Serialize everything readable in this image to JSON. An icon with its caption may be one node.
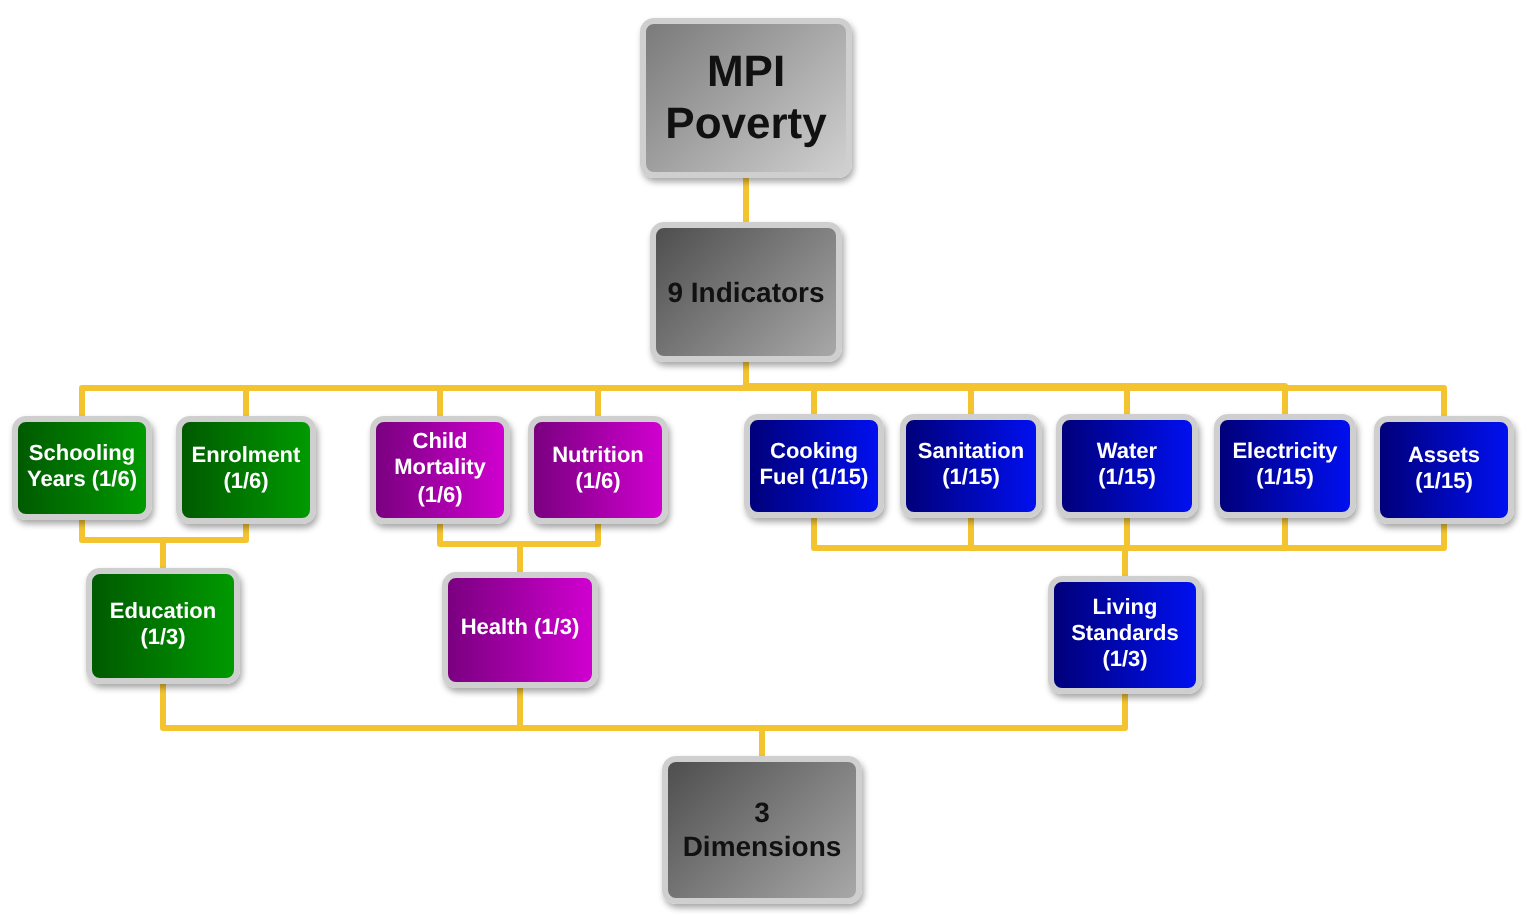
{
  "diagram": {
    "nodes": [
      {
        "text": [
          "MPI Poverty"
        ]
      },
      {
        "text": [
          "9 Indicators"
        ]
      },
      {
        "text": [
          "Schooling Years (1/6)"
        ]
      },
      {
        "text": [
          "Enrolment (1/6)"
        ]
      },
      {
        "text": [
          "Child Mortality (1/6)"
        ]
      },
      {
        "text": [
          "Nutrition (1/6)"
        ]
      },
      {
        "text": [
          "Cooking Fuel (1/15)"
        ]
      },
      {
        "text": [
          "Sanitation (1/15)"
        ]
      },
      {
        "text": [
          "Water (1/15)"
        ]
      },
      {
        "text": [
          "Electricity (1/15)"
        ]
      },
      {
        "text": [
          "Assets (1/15)"
        ]
      },
      {
        "text": [
          "Education (1/3)"
        ]
      },
      {
        "text": [
          "Health (1/3)"
        ]
      },
      {
        "text": [
          "Living Standards (1/3)"
        ]
      },
      {
        "text": [
          "3 Dimensions"
        ]
      }
    ],
    "edges": [
      {
        "from": 0,
        "to": 1,
        "arrow": "none"
      },
      {
        "from": 1,
        "to": 2,
        "arrow": "none"
      },
      {
        "from": 1,
        "to": 3,
        "arrow": "none"
      },
      {
        "from": 1,
        "to": 4,
        "arrow": "none"
      },
      {
        "from": 1,
        "to": 5,
        "arrow": "none"
      },
      {
        "from": 1,
        "to": 6,
        "arrow": "none"
      },
      {
        "from": 1,
        "to": 7,
        "arrow": "none"
      },
      {
        "from": 1,
        "to": 8,
        "arrow": "none"
      },
      {
        "from": 1,
        "to": 9,
        "arrow": "none"
      },
      {
        "from": 1,
        "to": 10,
        "arrow": "none"
      },
      {
        "from": 2,
        "to": 11,
        "arrow": "none"
      },
      {
        "from": 3,
        "to": 11,
        "arrow": "none"
      },
      {
        "from": 4,
        "to": 12,
        "arrow": "none"
      },
      {
        "from": 5,
        "to": 12,
        "arrow": "none"
      },
      {
        "from": 6,
        "to": 13,
        "arrow": "none"
      },
      {
        "from": 7,
        "to": 13,
        "arrow": "none"
      },
      {
        "from": 8,
        "to": 13,
        "arrow": "none"
      },
      {
        "from": 9,
        "to": 13,
        "arrow": "none"
      },
      {
        "from": 10,
        "to": 13,
        "arrow": "none"
      },
      {
        "from": 11,
        "to": 14,
        "arrow": "none"
      },
      {
        "from": 12,
        "to": 14,
        "arrow": "none"
      },
      {
        "from": 13,
        "to": 14,
        "arrow": "none"
      }
    ]
  }
}
